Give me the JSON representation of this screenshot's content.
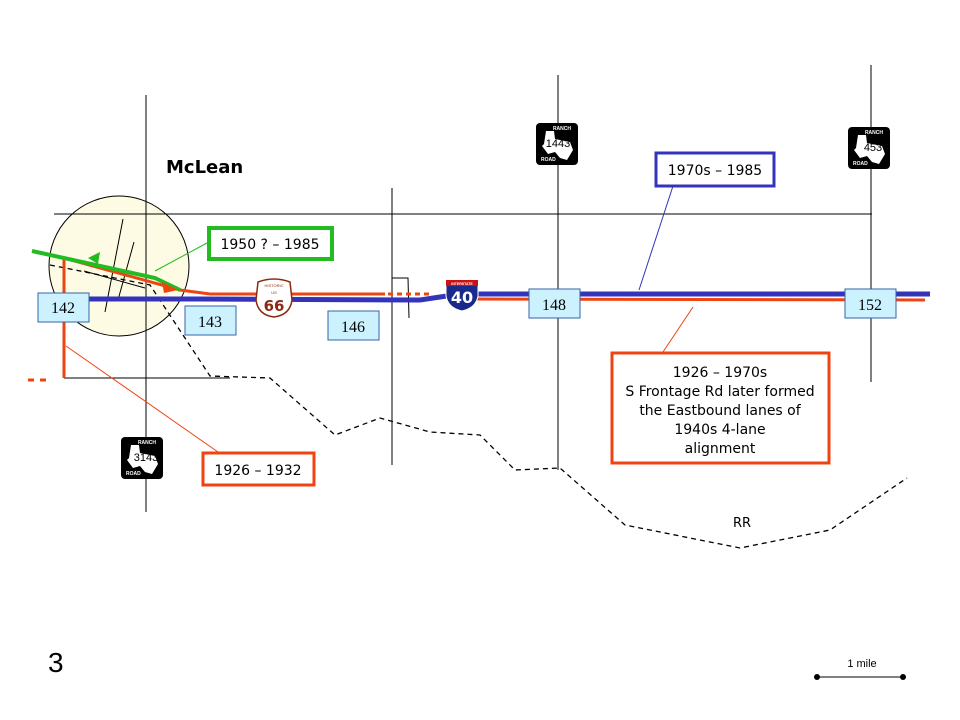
{
  "town": "McLean",
  "exits": [
    "142",
    "143",
    "146",
    "148",
    "152"
  ],
  "callouts": {
    "green": "1950 ? – 1985",
    "blue": "1970s – 1985",
    "red_left": "1926 – 1932",
    "red_right": [
      "1926 – 1970s",
      "S Frontage Rd later formed",
      "the Eastbound lanes of",
      "1940s 4-lane",
      "alignment"
    ]
  },
  "shields": {
    "rr1443": {
      "top": "RANCH",
      "num": "1443",
      "bottom": "ROAD"
    },
    "rr453": {
      "top": "RANCH",
      "num": "453",
      "bottom": "ROAD"
    },
    "rr3143": {
      "top": "RANCH",
      "num": "3143",
      "bottom": "ROAD"
    },
    "us66": {
      "top": "HISTORIC",
      "mid": "US",
      "num": "66"
    },
    "i40": {
      "top": "INTERSTATE",
      "num": "40"
    }
  },
  "railroad_label": "RR",
  "slide_number": "3",
  "scale_label": "1 mile",
  "colors": {
    "green": "#22bb22",
    "blue": "#3333bb",
    "red": "#ee4411"
  }
}
